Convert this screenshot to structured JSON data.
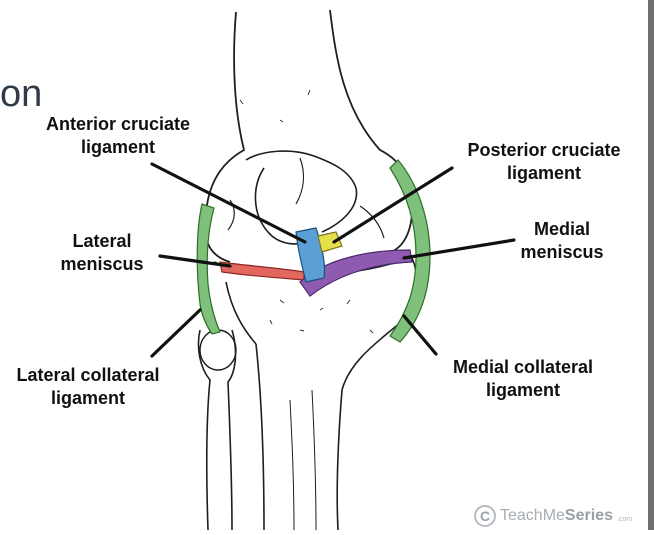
{
  "slide": {
    "partial_heading": "on"
  },
  "labels": {
    "acl_line1": "Anterior cruciate",
    "acl_line2": "ligament",
    "pcl_line1": "Posterior cruciate",
    "pcl_line2": "ligament",
    "lat_men_line1": "Lateral",
    "lat_men_line2": "meniscus",
    "med_men_line1": "Medial",
    "med_men_line2": "meniscus",
    "lcl_line1": "Lateral collateral",
    "lcl_line2": "ligament",
    "mcl_line1": "Medial collateral",
    "mcl_line2": "ligament"
  },
  "watermark": {
    "symbol": "C",
    "brand_light": "TeachMe",
    "brand_bold": "Series",
    "suffix": ".com"
  },
  "colors": {
    "acl": "#5aa0d6",
    "pcl": "#e4e04a",
    "lateral_meniscus": "#e2685f",
    "medial_meniscus": "#8e5bb0",
    "collateral": "#7fc07a"
  }
}
